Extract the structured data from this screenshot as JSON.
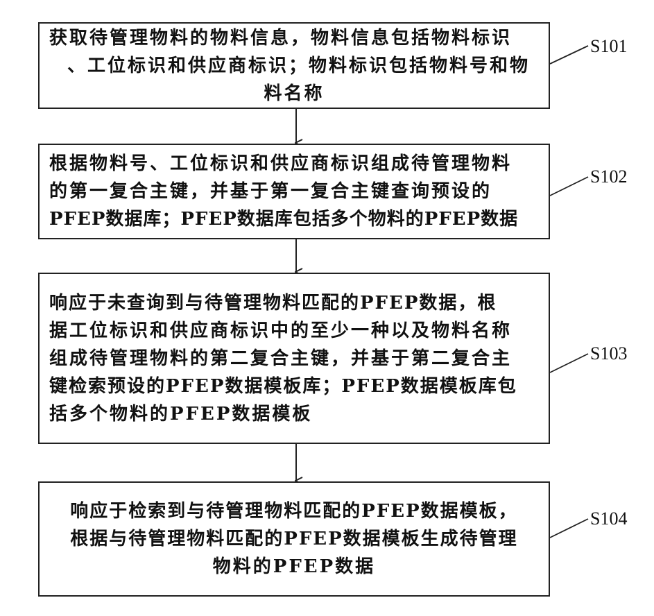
{
  "steps": [
    {
      "id": "S101",
      "label": "S101",
      "lines": [
        "获取待管理物料的物料信息，物料信息包括物料标识",
        "、工位标识和供应商标识；物料标识包括物料号和物",
        "料名称"
      ]
    },
    {
      "id": "S102",
      "label": "S102",
      "lines": [
        "根据物料号、工位标识和供应商标识组成待管理物料",
        "的第一复合主键，并基于第一复合主键查询预设的",
        "PFEP数据库；PFEP数据库包括多个物料的PFEP数据"
      ]
    },
    {
      "id": "S103",
      "label": "S103",
      "lines": [
        "响应于未查询到与待管理物料匹配的PFEP数据，根",
        "据工位标识和供应商标识中的至少一种以及物料名称",
        "组成待管理物料的第二复合主键，并基于第二复合主",
        "键检索预设的PFEP数据模板库；PFEP数据模板库包",
        "括多个物料的PFEP数据模板"
      ]
    },
    {
      "id": "S104",
      "label": "S104",
      "lines": [
        "响应于检索到与待管理物料匹配的PFEP数据模板，",
        "根据与待管理物料匹配的PFEP数据模板生成待管理",
        "物料的PFEP数据"
      ]
    }
  ]
}
